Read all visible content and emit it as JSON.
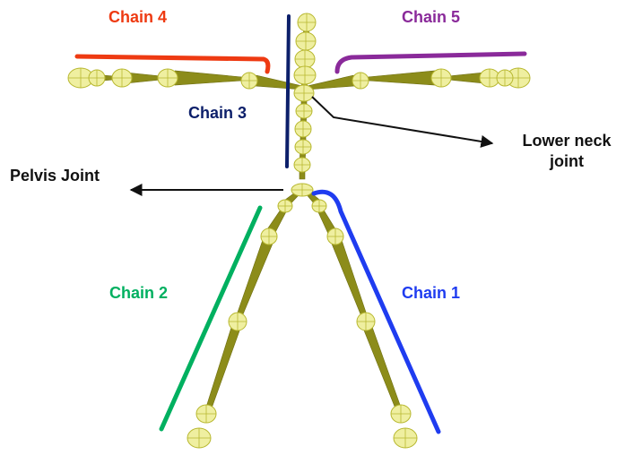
{
  "labels": {
    "chain1": "Chain 1",
    "chain2": "Chain 2",
    "chain3": "Chain 3",
    "chain4": "Chain 4",
    "chain5": "Chain 5",
    "pelvis_joint": "Pelvis Joint",
    "lower_neck_line1": "Lower neck",
    "lower_neck_line2": "joint"
  },
  "colors": {
    "chain1": "#1f3cf0",
    "chain2": "#00b060",
    "chain3": "#0c1f6a",
    "chain4": "#ee3a12",
    "chain5": "#8a2a9a",
    "annotation": "#111111",
    "skeleton_fill": "#efefa0",
    "skeleton_stroke": "#b8b830",
    "bone_fill": "#8c8c1a"
  }
}
